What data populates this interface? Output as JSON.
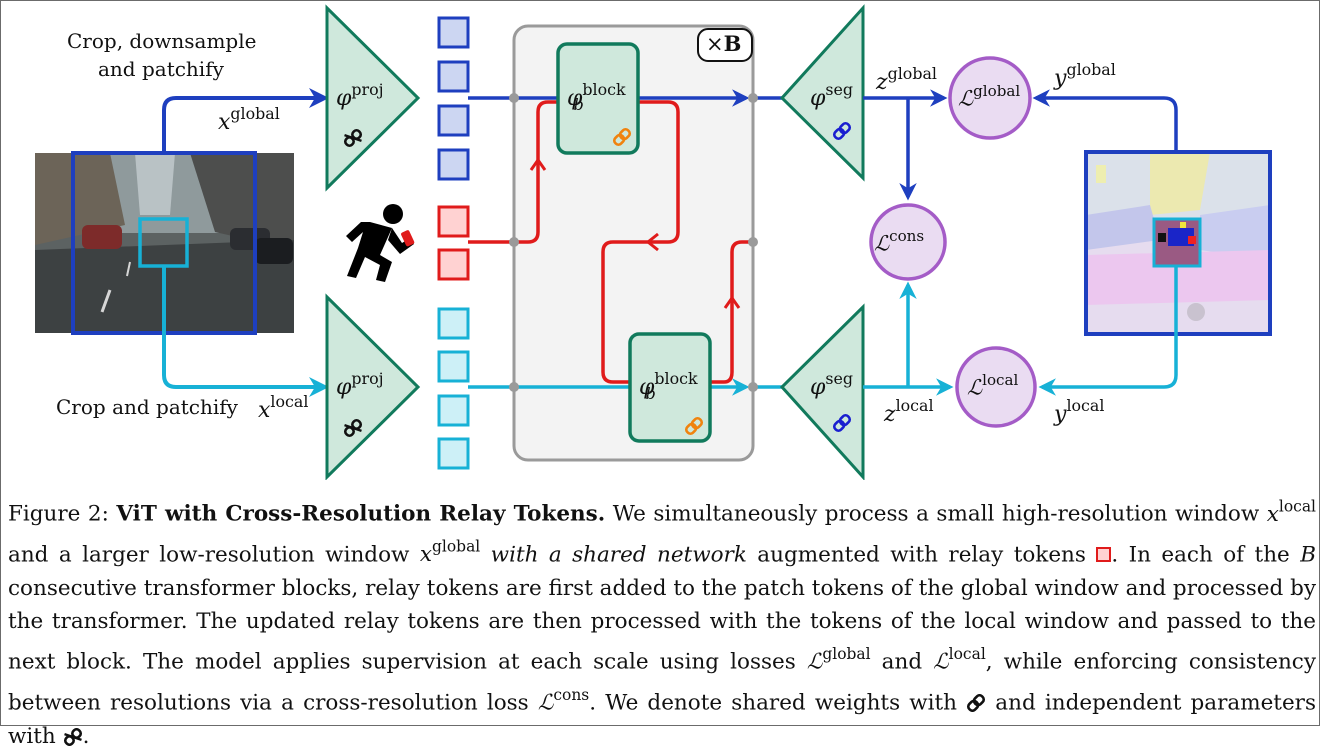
{
  "figure": {
    "labels": {
      "crop_downsample_line1": "Crop, downsample",
      "crop_downsample_line2": "and patchify",
      "crop_patchify": "Crop and patchify",
      "x_global": {
        "base": "x",
        "sup": "global"
      },
      "x_local": {
        "base": "x",
        "sup": "local"
      },
      "z_global": {
        "base": "z",
        "sup": "global"
      },
      "z_local": {
        "base": "z",
        "sup": "local"
      },
      "y_global": {
        "base": "y",
        "sup": "global"
      },
      "y_local": {
        "base": "y",
        "sup": "local"
      },
      "phi_proj": {
        "base": "φ",
        "sup": "proj"
      },
      "phi_seg": {
        "base": "φ",
        "sup": "seg"
      },
      "phi_block": {
        "base": "φ",
        "sup": "block",
        "sub": "b"
      },
      "loss_global": {
        "base": "ℒ",
        "sup": "global"
      },
      "loss_local": {
        "base": "ℒ",
        "sup": "local"
      },
      "loss_cons": {
        "base": "ℒ",
        "sup": "cons"
      },
      "times_b": {
        "prefix": "×",
        "bold": "B"
      }
    },
    "colors": {
      "global_path": "#1e3fbf",
      "local_path": "#17b1d6",
      "relay_path": "#e01b1b",
      "module_fill": "#cfe8dc",
      "module_stroke": "#117a5c",
      "loss_fill": "#eadcf2",
      "loss_stroke": "#a45cc7",
      "global_token_fill": "#ccd6f2",
      "local_token_fill": "#cdf0f7",
      "relay_token_fill": "#ffd2d2",
      "shared_icon": "#f0830e",
      "seg_shared_icon": "#1a1fd0"
    },
    "icons": {
      "runner": "running-person-icon",
      "shared": "chain-link-icon",
      "independent": "broken-chain-icon"
    }
  },
  "caption": {
    "figure_number": "Figure 2:",
    "title": "ViT with Cross-Resolution Relay Tokens.",
    "t1": "We simultaneously process a small high-resolution window ",
    "x_local_base": "x",
    "x_local_sup": "local",
    "t2": " and a larger low-resolution window ",
    "x_global_base": "x",
    "x_global_sup": "global",
    "t3_italic": "with a shared network",
    "t4": " augmented with relay tokens ",
    "t5": ". In each of the ",
    "b_symbol": "B",
    "t6": " consecutive transformer blocks, relay tokens are first added to the patch tokens of the global window and processed by the transformer. The updated relay tokens are then processed with the tokens of the local window and passed to the next block. The model applies supervision at each scale using losses ",
    "l_base": "ℒ",
    "l_global_sup": "global",
    "t7": " and ",
    "l_local_sup": "local",
    "t8": ", while enforcing consistency between resolutions via a cross-resolution loss ",
    "l_cons_sup": "cons",
    "t9": ". We denote shared weights with ",
    "t10": " and independent parameters with ",
    "t11": "."
  }
}
